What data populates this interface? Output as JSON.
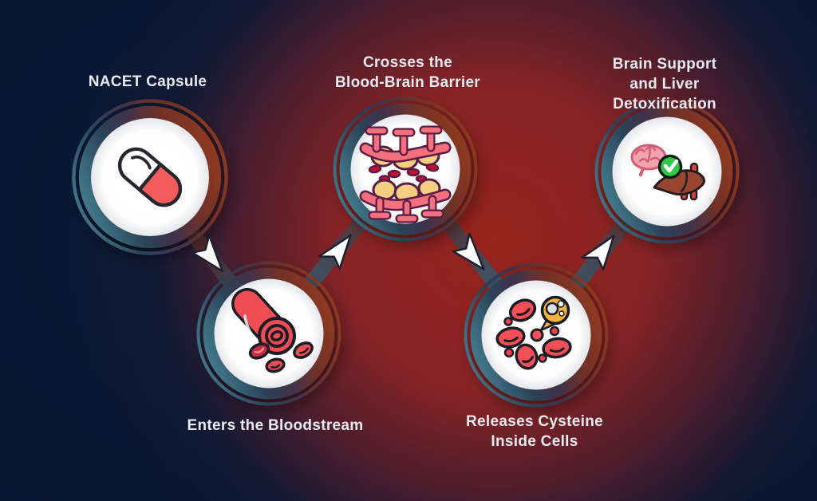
{
  "infographic": {
    "topic": "NACET",
    "steps": [
      {
        "id": 1,
        "label": "NACET Capsule",
        "icon": "capsule-icon",
        "position": "top"
      },
      {
        "id": 2,
        "label": "Enters the Bloodstream",
        "icon": "blood-vessel-icon",
        "position": "bottom"
      },
      {
        "id": 3,
        "label": "Crosses the\nBlood-Brain Barrier",
        "icon": "blood-brain-barrier-icon",
        "position": "top"
      },
      {
        "id": 4,
        "label": "Releases Cysteine\nInside Cells",
        "icon": "cysteine-cells-icon",
        "position": "bottom"
      },
      {
        "id": 5,
        "label": "Brain Support\nand Liver Detoxification",
        "icon": "brain-liver-check-icon",
        "position": "top"
      }
    ],
    "flow": [
      "1→2",
      "2→3",
      "3→4",
      "4→5"
    ],
    "colors": {
      "background_navy": "#071631",
      "glow_red": "#8e2424",
      "ring_teal": "#3d7486",
      "ring_rust": "#8a3a24",
      "icon_red": "#ef4e57",
      "icon_yellow": "#f4cf82",
      "check_green": "#2ec944",
      "text": "#e9ebf0",
      "arrow_fill": "#ffffff"
    }
  }
}
